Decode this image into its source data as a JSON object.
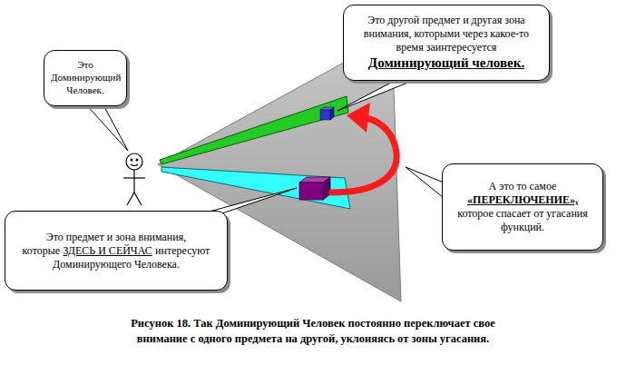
{
  "diagram": {
    "caption": "Рисунок 18. Так Доминирующий Человек постоянно переключает свое внимание с одного предмета на другой, уклоняясь от зоны угасания.",
    "nodes": [
      {
        "text": [
          "Это Доминирующий Человек."
        ]
      },
      {
        "text": [
          "Это другой предмет и другая зона внимания, которыми через какое-то время заинтересуется",
          "Доминирующий человек."
        ]
      },
      {
        "text": [
          "А это то самое",
          "«ПЕРЕКЛЮЧЕНИЕ»,",
          "которое спасает от угасания функций."
        ]
      },
      {
        "text": [
          "Это предмет и зона внимания, которые",
          "ЗДЕСЬ И СЕЙЧАС",
          "интересуют Доминирующего Человека."
        ]
      }
    ]
  }
}
